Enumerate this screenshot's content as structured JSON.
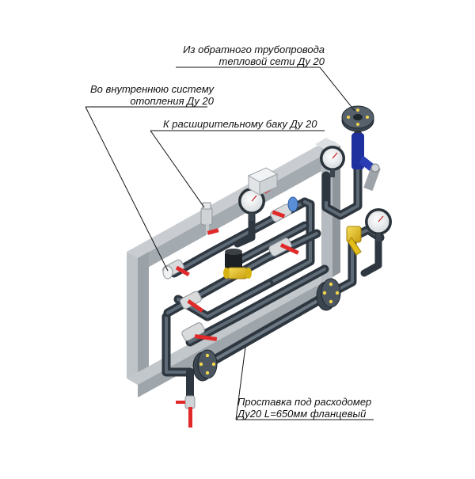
{
  "labels": {
    "return_line": [
      "Из обратного трубопровода",
      "тепловой сети Ду 20"
    ],
    "heating_system": [
      "Во внутреннюю систему",
      "отопления Ду 20"
    ],
    "expansion_tank": "К расширительному баку Ду 20",
    "flowmeter_spacer": [
      "Проставка под расходомер",
      "Ду20 L=650мм фланцевый"
    ]
  },
  "colors": {
    "frame": "#b9bec3",
    "frame_dark": "#8e959b",
    "pipe": "#3f4a55",
    "pipe_light": "#6c7883",
    "valve_handle": "#e02a2a",
    "brass": "#e6c21a",
    "blue_valve": "#1e2f9e",
    "fitting": "#d8dadc",
    "leader": "#111111"
  }
}
